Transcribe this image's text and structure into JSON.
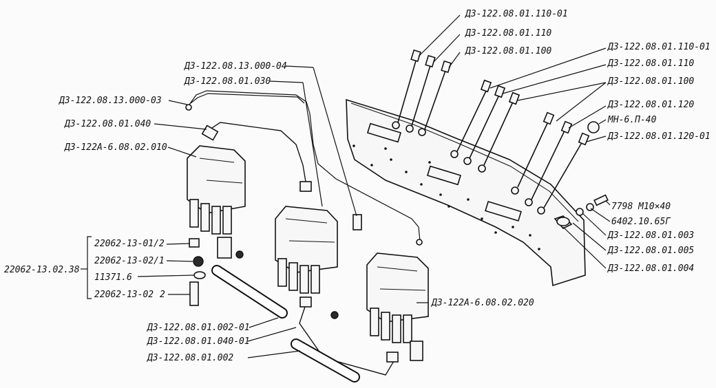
{
  "labels": {
    "panel_bolt_a": "Д3-122.08.01.110-01",
    "panel_bolt_b": "Д3-122.08.01.110",
    "panel_bolt_c": "Д3-122.08.01.100",
    "right_a": "Д3-122.08.01.110-01",
    "right_b": "Д3-122.08.01.110",
    "right_c": "Д3-122.08.01.100",
    "right_d": "Д3-122.08.01.120",
    "right_e": "МН-6.П-40",
    "right_f": "Д3-122.08.01.120-01",
    "bolt": "7798 М10×40",
    "washer": "6402.10.65Г",
    "r_003": "Д3-122.08.01.003",
    "r_005": "Д3-122.08.01.005",
    "r_004": "Д3-122.08.01.004",
    "tube_04": "Д3-122.08.13.000-04",
    "tube_030": "Д3-122.08.01.030",
    "tube_03": "Д3-122.08.13.000-03",
    "tube_040": "Д3-122.08.01.040",
    "valve_010": "Д3-122А-6.08.02.010",
    "valve_020": "Д3-122А-6.08.02.020",
    "hose_002_01": "Д3-122.08.01.002-01",
    "tube_040_01": "Д3-122.08.01.040-01",
    "hose_002": "Д3-122.08.01.002",
    "assembly": "22062-13.02.38",
    "clamp_1": "22062-13-01/2",
    "clamp_2": "22062-13-02/1",
    "nut": "11371.6",
    "clamp_3": "22062-13-02",
    "clamp_3_qty": "2"
  }
}
